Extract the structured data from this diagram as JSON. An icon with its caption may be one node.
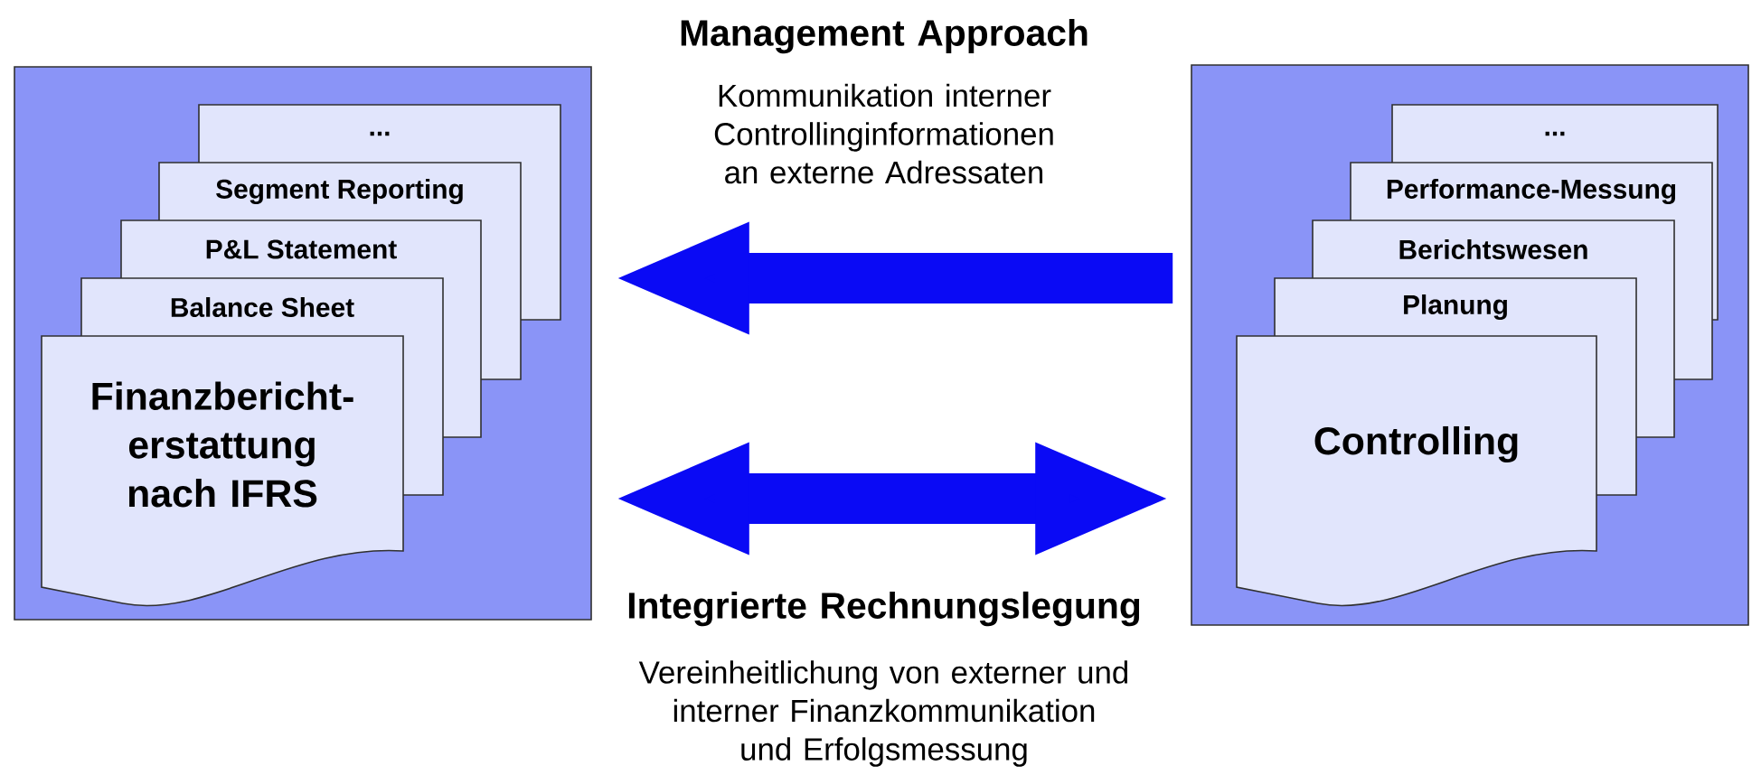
{
  "diagram": {
    "nodes": [
      {
        "text": [],
        "shape": "box"
      },
      {
        "text": [
          "..."
        ],
        "in": 0
      },
      {
        "text": [
          "Segment Reporting"
        ],
        "in": 0
      },
      {
        "text": [
          "P&L Statement"
        ],
        "in": 0
      },
      {
        "text": [
          "Balance Sheet"
        ],
        "in": 0
      },
      {
        "text": [
          "Finanzbericht- erstattung nach IFRS"
        ],
        "in": 0
      },
      {
        "text": [],
        "shape": "box"
      },
      {
        "text": [
          "..."
        ],
        "in": 6
      },
      {
        "text": [
          "Performance-Messung"
        ],
        "in": 6
      },
      {
        "text": [
          "Berichtswesen"
        ],
        "in": 6
      },
      {
        "text": [
          "Planung"
        ],
        "in": 6
      },
      {
        "text": [
          "Controlling"
        ],
        "in": 6
      }
    ],
    "edges": [
      {
        "from": 6,
        "to": 0,
        "arrow": "to"
      },
      {
        "from": 0,
        "to": 6,
        "arrow": "both"
      }
    ],
    "labels": [
      "Management Approach",
      "Kommunikation interner Controllinginformationen an externe Adressaten",
      "Integrierte Rechnungslegung",
      "Vereinheitlichung von externer und interner Finanzkommunikation und Erfolgsmessung"
    ]
  }
}
